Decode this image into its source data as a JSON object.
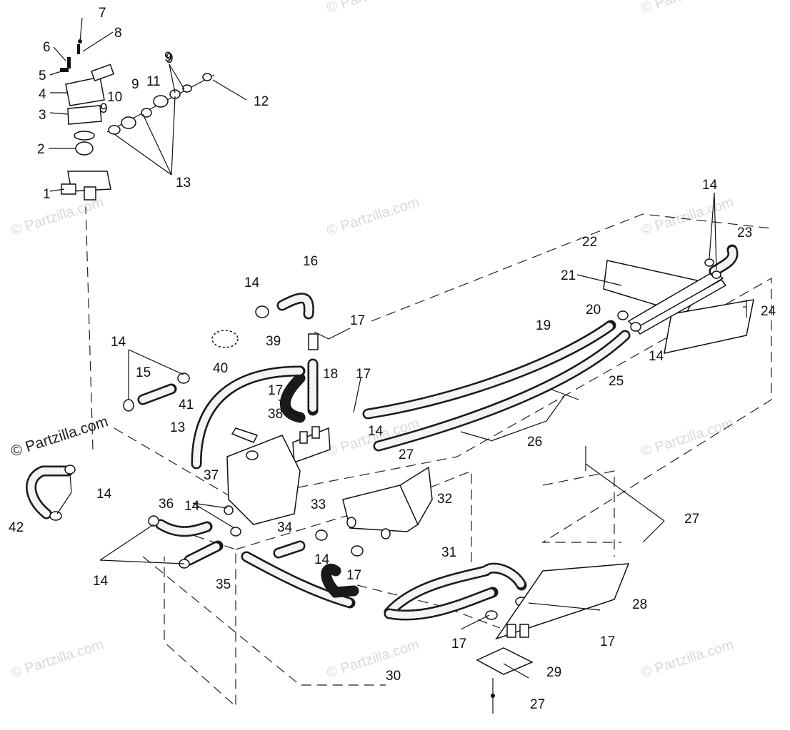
{
  "watermark": {
    "text": "© Partzilla.com"
  },
  "brand": {
    "text": "© Partzilla.com"
  },
  "callouts": [
    "1",
    "2",
    "3",
    "4",
    "5",
    "6",
    "7",
    "8",
    "9",
    "9",
    "9",
    "9",
    "10",
    "11",
    "12",
    "13",
    "13",
    "14",
    "14",
    "14",
    "14",
    "14",
    "14",
    "14",
    "14",
    "14",
    "15",
    "16",
    "17",
    "17",
    "17",
    "17",
    "17",
    "17",
    "18",
    "19",
    "20",
    "21",
    "22",
    "23",
    "24",
    "25",
    "26",
    "27",
    "27",
    "27",
    "27",
    "28",
    "29",
    "30",
    "31",
    "32",
    "33",
    "34",
    "35",
    "36",
    "37",
    "38",
    "39",
    "40",
    "41",
    "42"
  ]
}
